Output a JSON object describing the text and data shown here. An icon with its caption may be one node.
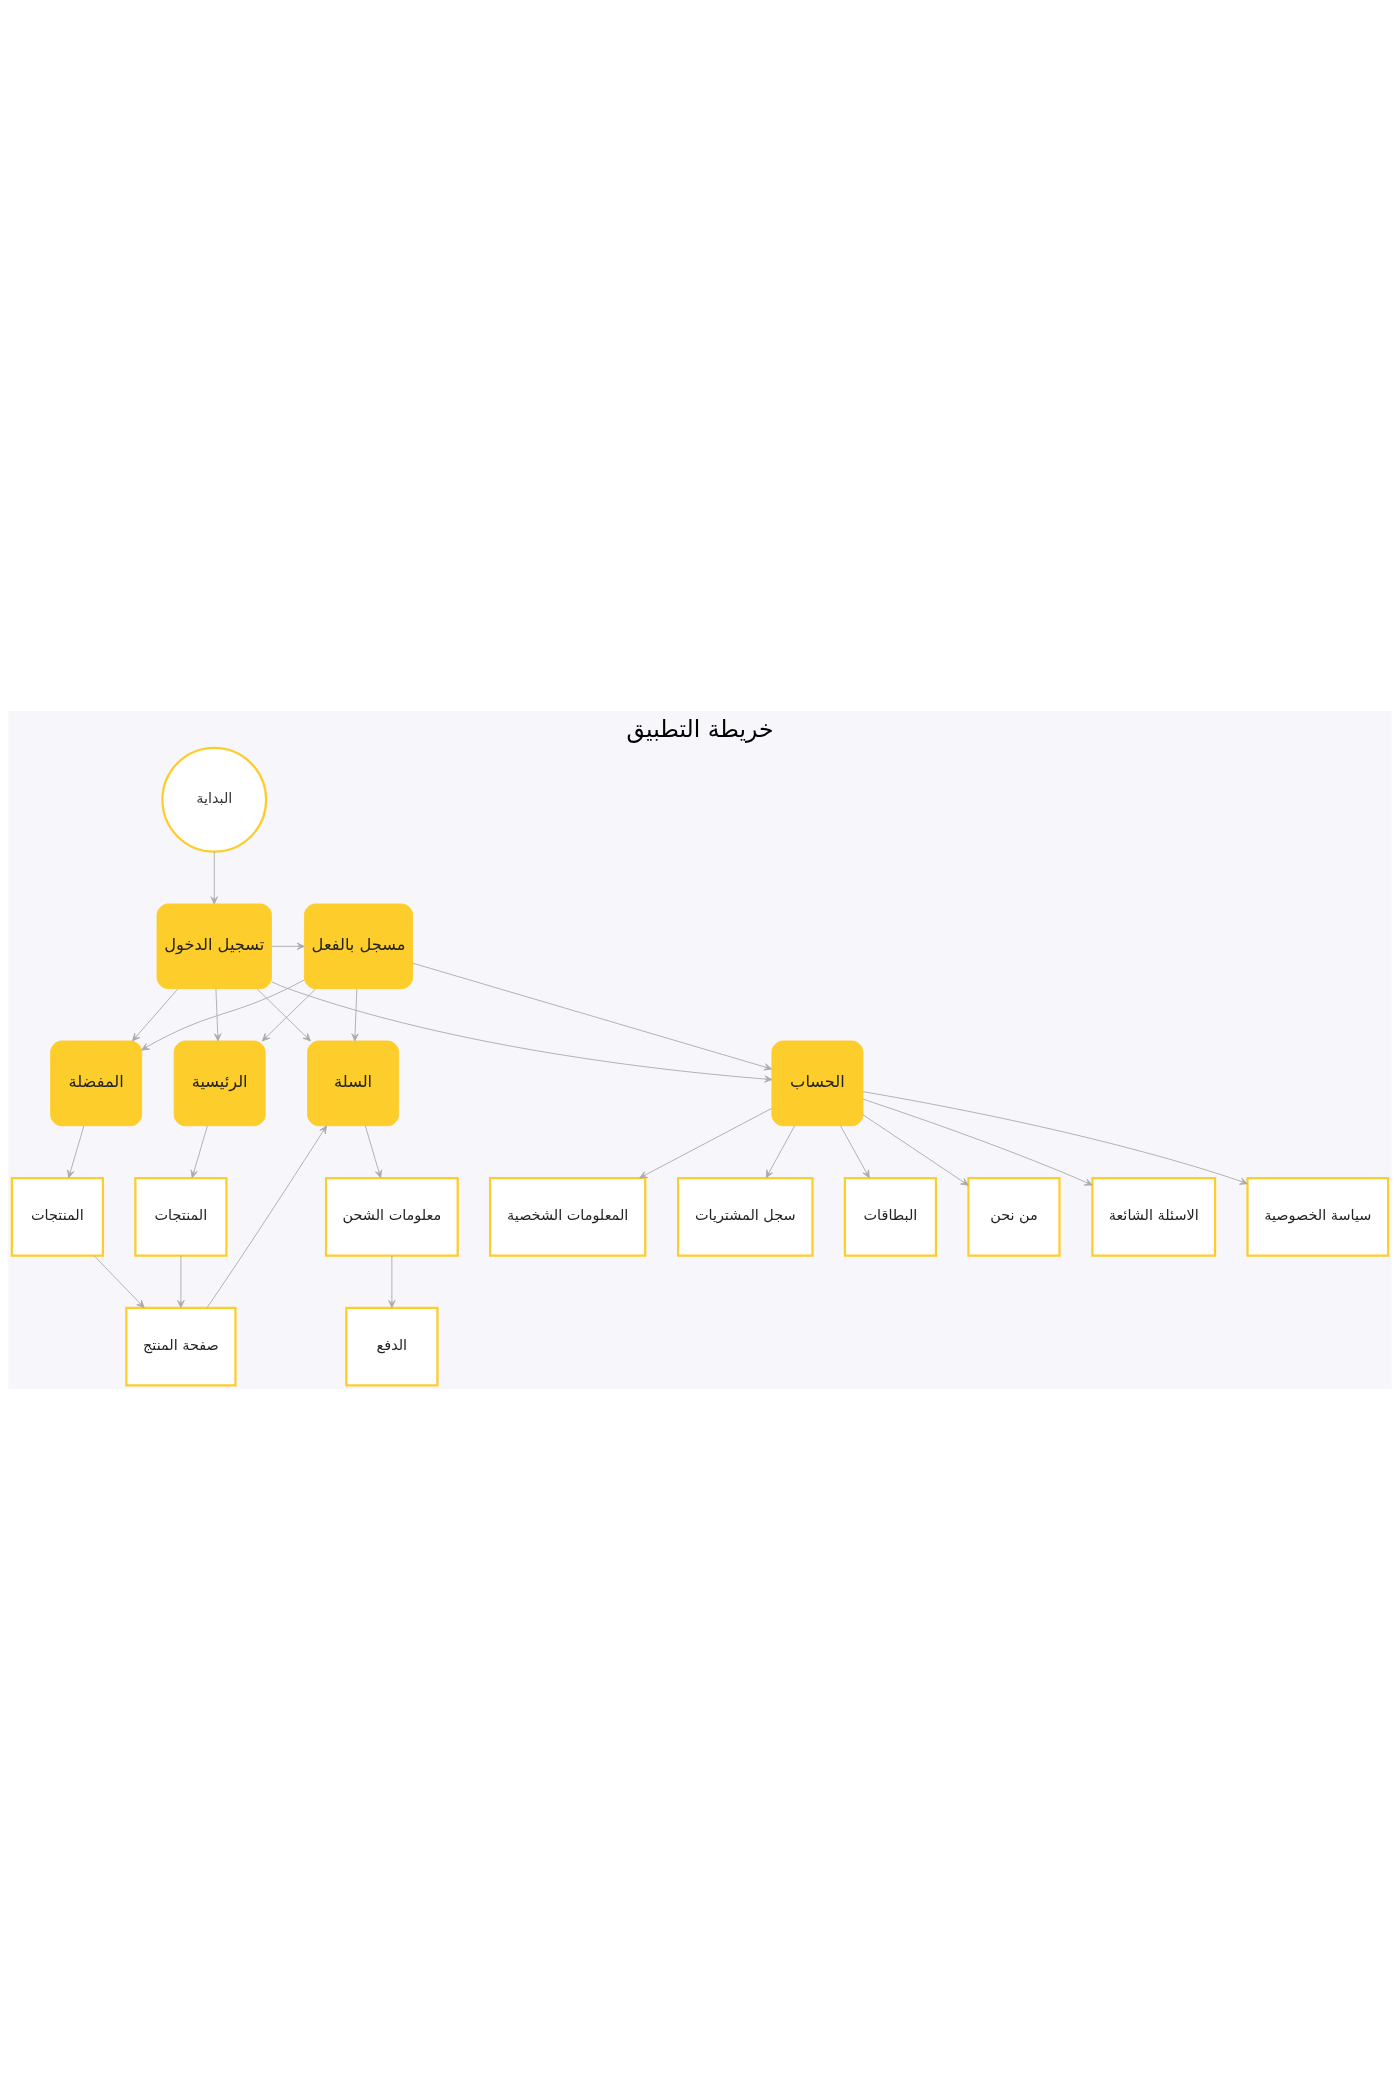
{
  "diagram": {
    "title": "خريطة التطبيق",
    "nodes": [
      {
        "text": [
          "البداية"
        ]
      },
      {
        "text": [
          "تسجيل الدخول"
        ]
      },
      {
        "text": [
          "مسجل بالفعل"
        ]
      },
      {
        "text": [
          "الرئيسية"
        ]
      },
      {
        "text": [
          "السلة"
        ]
      },
      {
        "text": [
          "المفضلة"
        ]
      },
      {
        "text": [
          "الحساب"
        ]
      },
      {
        "text": [
          "المنتجات"
        ]
      },
      {
        "text": [
          "معلومات الشحن"
        ]
      },
      {
        "text": [
          "المنتجات"
        ]
      },
      {
        "text": [
          "صفحة المنتج"
        ]
      },
      {
        "text": [
          "الدفع"
        ]
      },
      {
        "text": [
          "المعلومات الشخصية"
        ]
      },
      {
        "text": [
          "سجل المشتريات"
        ]
      },
      {
        "text": [
          "البطاقات"
        ]
      },
      {
        "text": [
          "من نحن"
        ]
      },
      {
        "text": [
          "الاسئلة الشائعة"
        ]
      },
      {
        "text": [
          "سياسة الخصوصية"
        ]
      }
    ],
    "edges": [
      {
        "from": 0,
        "to": 1,
        "arrow": "to"
      },
      {
        "from": 1,
        "to": 2,
        "arrow": "to"
      },
      {
        "from": 1,
        "to": 3,
        "arrow": "to"
      },
      {
        "from": 1,
        "to": 4,
        "arrow": "to"
      },
      {
        "from": 1,
        "to": 5,
        "arrow": "to"
      },
      {
        "from": 1,
        "to": 6,
        "arrow": "to"
      },
      {
        "from": 2,
        "to": 3,
        "arrow": "to"
      },
      {
        "from": 2,
        "to": 4,
        "arrow": "to"
      },
      {
        "from": 2,
        "to": 5,
        "arrow": "to"
      },
      {
        "from": 2,
        "to": 6,
        "arrow": "to"
      },
      {
        "from": 3,
        "to": 7,
        "arrow": "to"
      },
      {
        "from": 7,
        "to": 10,
        "arrow": "to"
      },
      {
        "from": 10,
        "to": 4,
        "arrow": "to"
      },
      {
        "from": 4,
        "to": 8,
        "arrow": "to"
      },
      {
        "from": 8,
        "to": 11,
        "arrow": "to"
      },
      {
        "from": 5,
        "to": 9,
        "arrow": "to"
      },
      {
        "from": 9,
        "to": 10,
        "arrow": "to"
      },
      {
        "from": 6,
        "to": 12,
        "arrow": "to"
      },
      {
        "from": 6,
        "to": 13,
        "arrow": "to"
      },
      {
        "from": 6,
        "to": 14,
        "arrow": "to"
      },
      {
        "from": 6,
        "to": 15,
        "arrow": "to"
      },
      {
        "from": 6,
        "to": 16,
        "arrow": "to"
      },
      {
        "from": 6,
        "to": 17,
        "arrow": "to"
      }
    ]
  }
}
